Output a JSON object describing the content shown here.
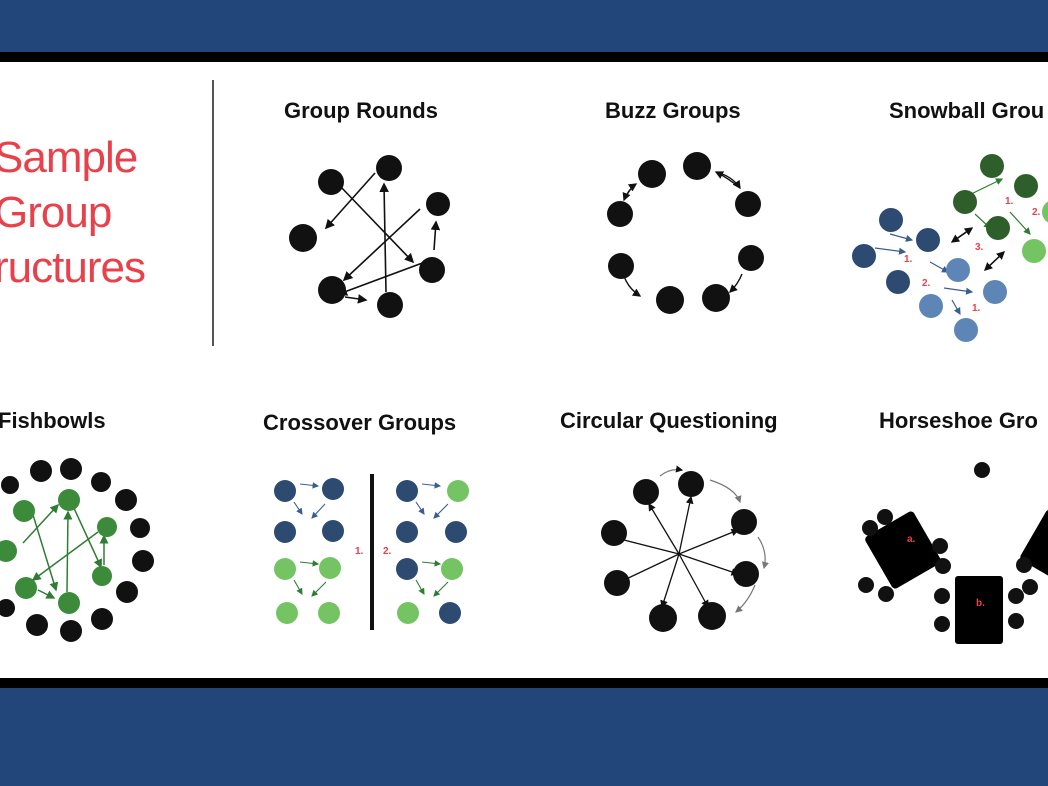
{
  "title_lines": [
    "Sample",
    "Group",
    "ructures"
  ],
  "sections": {
    "group_rounds": "Group Rounds",
    "buzz_groups": "Buzz Groups",
    "snowball_groups": "Snowball Grou",
    "fishbowls": "Fishbowls",
    "crossover_groups": "Crossover Groups",
    "circular_questioning": "Circular Questioning",
    "horseshoe_groups": "Horseshoe Gro"
  },
  "markers": {
    "snowball_steps": [
      "1.",
      "2.",
      "3.",
      "1.",
      "2.",
      "1."
    ],
    "crossover_steps": [
      "1.",
      "2."
    ],
    "horseshoe_tables": [
      "a.",
      "b."
    ]
  },
  "colors": {
    "banner": "#22457a",
    "title_red": "#e8414c",
    "dark_green": "#2e5f2a",
    "light_green": "#74c464",
    "navy": "#2d4a70",
    "light_blue": "#5d86b6",
    "step_red": "#e8414c"
  }
}
